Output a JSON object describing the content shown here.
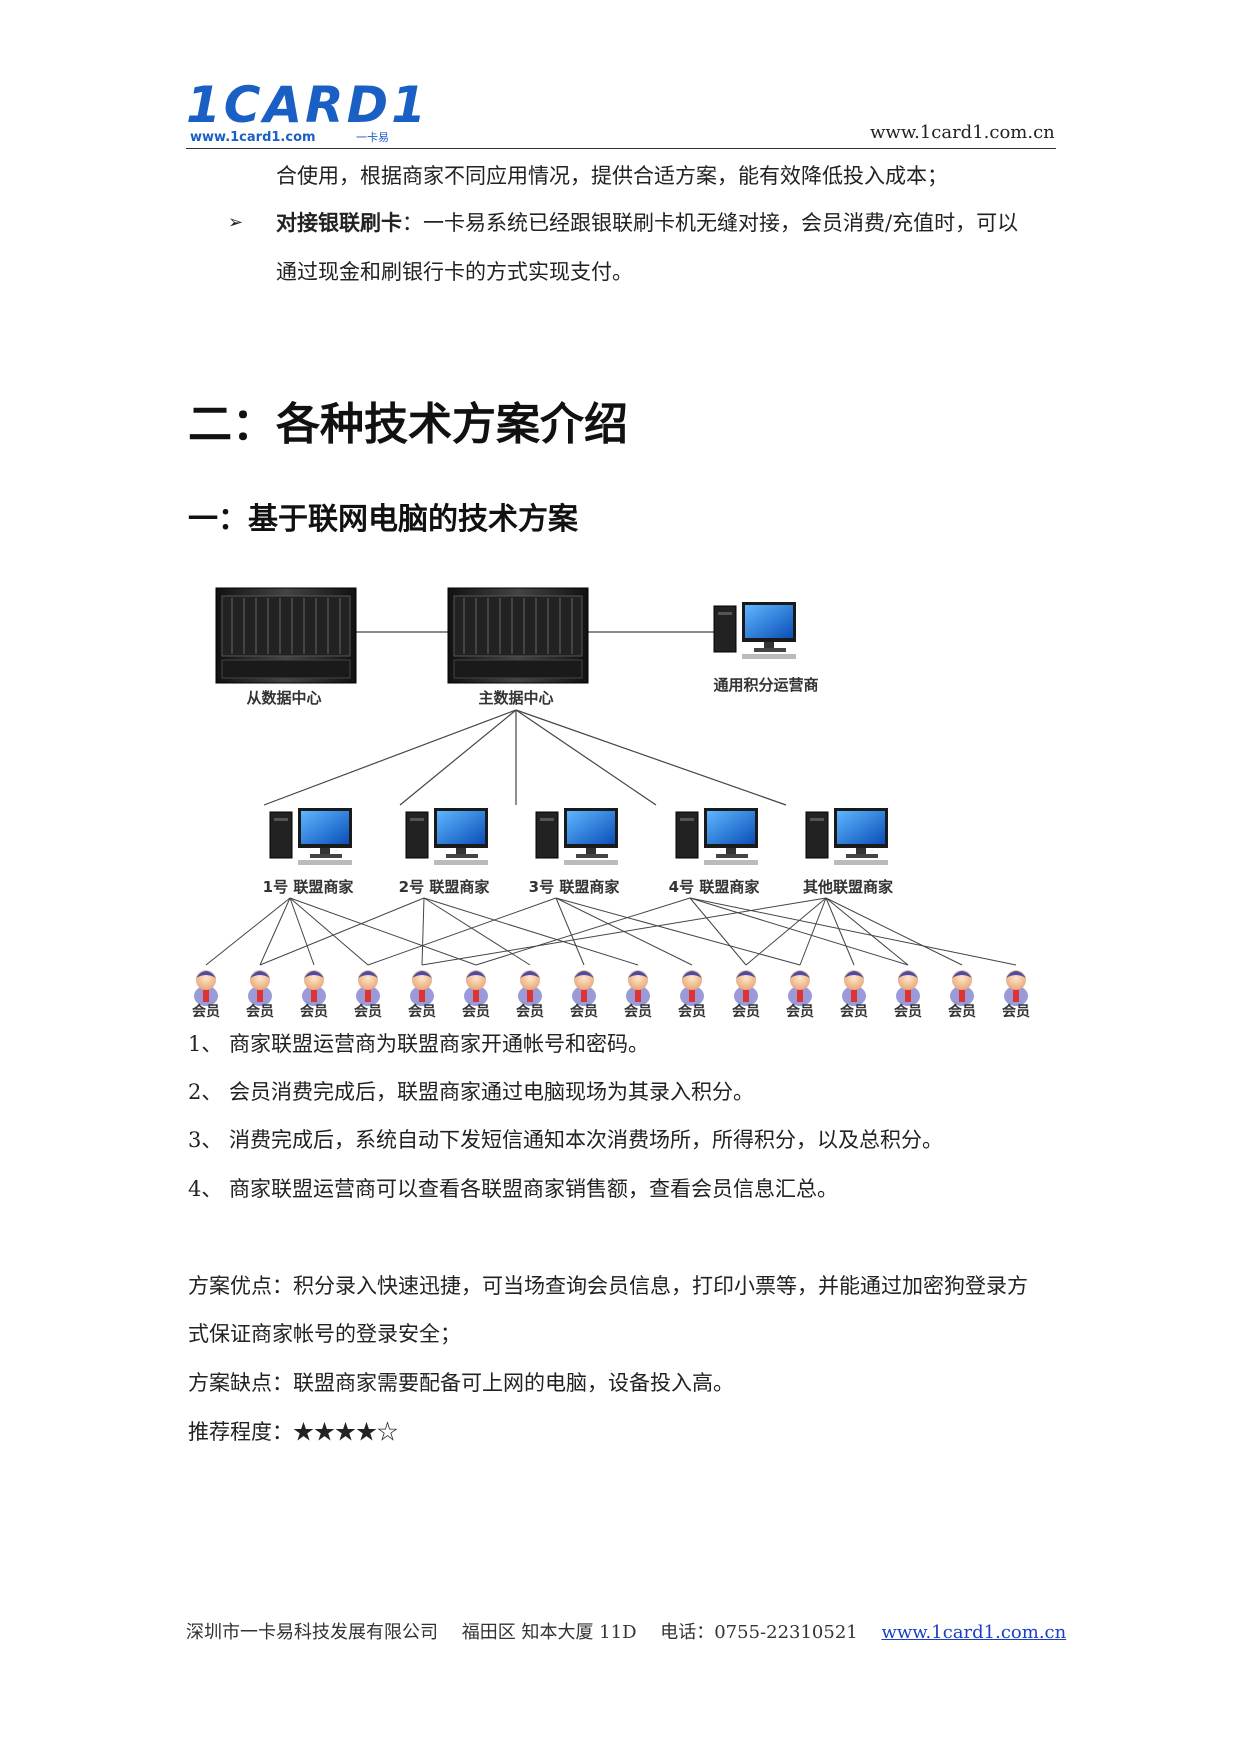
{
  "header": {
    "logo_text": "1CARD1",
    "logo_url": "www.1card1.com",
    "logo_cn": "一卡易",
    "url": "www.1card1.com.cn"
  },
  "intro": {
    "line1": "合使用，根据商家不同应用情况，提供合适方案，能有效降低投入成本；",
    "bullet_title": "对接银联刷卡",
    "bullet_text": "：一卡易系统已经跟银联刷卡机无缝对接，会员消费/充值时，可以",
    "bullet_line2": "通过现金和刷银行卡的方式实现支付。"
  },
  "section": {
    "title": "二：各种技术方案介绍",
    "subtitle": "一：基于联网电脑的技术方案"
  },
  "diagram": {
    "slave_dc": "从数据中心",
    "main_dc": "主数据中心",
    "operator": "通用积分运营商",
    "merchants": [
      "1号 联盟商家",
      "2号 联盟商家",
      "3号 联盟商家",
      "4号 联盟商家",
      "其他联盟商家"
    ],
    "member_label": "会员"
  },
  "steps": [
    "1、 商家联盟运营商为联盟商家开通帐号和密码。",
    "2、 会员消费完成后，联盟商家通过电脑现场为其录入积分。",
    "3、 消费完成后，系统自动下发短信通知本次消费场所，所得积分，以及总积分。",
    "4、 商家联盟运营商可以查看各联盟商家销售额，查看会员信息汇总。"
  ],
  "pros_line1": "方案优点：积分录入快速迅捷，可当场查询会员信息，打印小票等，并能通过加密狗登录方",
  "pros_line2": "式保证商家帐号的登录安全；",
  "cons": "方案缺点：联盟商家需要配备可上网的电脑，设备投入高。",
  "rating": "推荐程度：★★★★☆",
  "footer": {
    "text": "深圳市一卡易科技发展有限公司　 福田区 知本大厦 11D　 电话：0755-22310521",
    "link": "www.1card1.com.cn"
  }
}
